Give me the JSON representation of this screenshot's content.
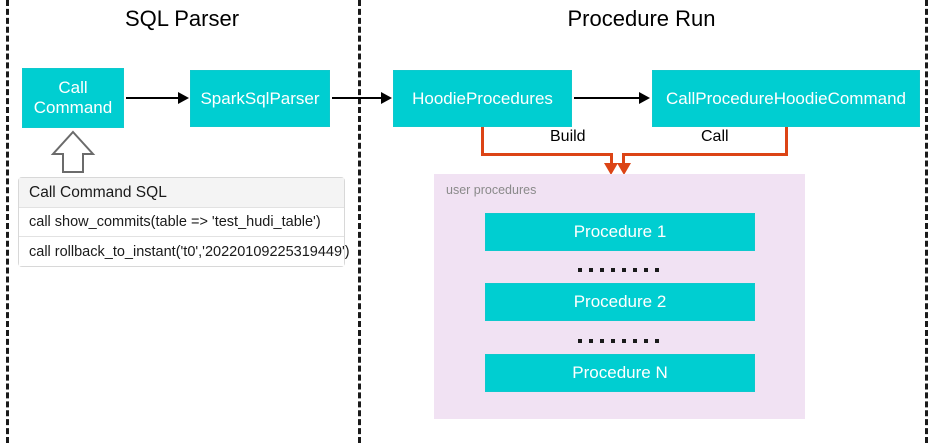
{
  "diagram": {
    "sections": [
      {
        "title": "SQL Parser"
      },
      {
        "title": "Procedure Run"
      }
    ],
    "nodes": {
      "call_command": "Call\nCommand",
      "call_command_line1": "Call",
      "call_command_line2": "Command",
      "spark_sql_parser": "SparkSqlParser",
      "hoodie_procedures": "HoodieProcedures",
      "call_procedure_hoodie_command": "CallProcedureHoodieCommand"
    },
    "edge_labels": {
      "build": "Build",
      "call": "Call"
    },
    "sql_table": {
      "header": "Call Command SQL",
      "rows": [
        "call show_commits(table => 'test_hudi_table')",
        "call rollback_to_instant('t0','20220109225319449')"
      ]
    },
    "user_procedures": {
      "caption": "user procedures",
      "items": [
        "Procedure 1",
        "Procedure 2",
        "Procedure N"
      ],
      "ellipsis_dots": 8
    },
    "colors": {
      "node_fill": "#00CED1",
      "node_text": "#ffffff",
      "panel_fill": "#F1E2F3",
      "orange_edge": "#DC4415",
      "divider": "#1a1a1a",
      "table_header_fill": "#f4f4f4",
      "caption_text": "#8a8a8a"
    }
  }
}
